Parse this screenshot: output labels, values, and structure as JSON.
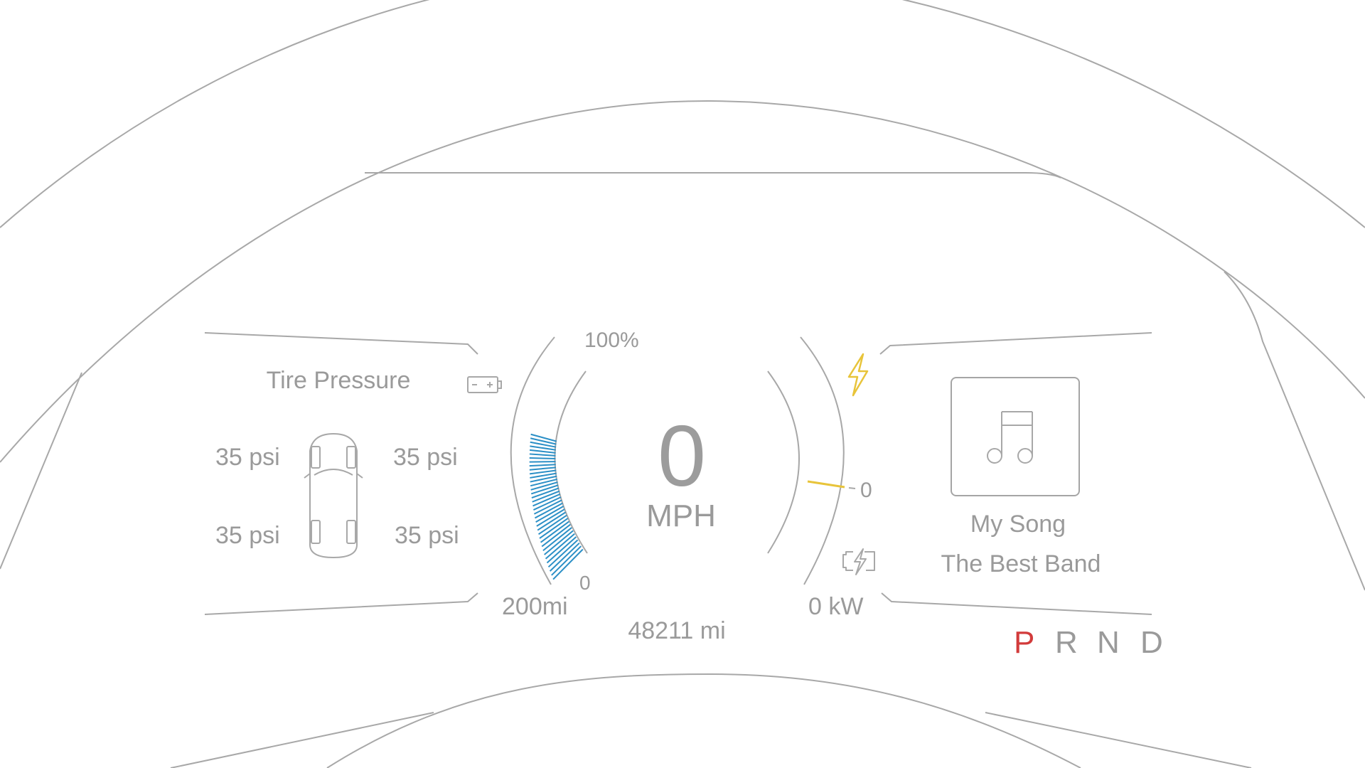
{
  "colors": {
    "line": "#a8a8a8",
    "text": "#9a9a9a",
    "accent_blue": "#2b8fc6",
    "accent_yellow": "#e8c43a",
    "gear_active": "#d23b3b"
  },
  "tire_pressure": {
    "title": "Tire Pressure",
    "front_left": "35 psi",
    "front_right": "35 psi",
    "rear_left": "35 psi",
    "rear_right": "35 psi"
  },
  "battery_gauge": {
    "max_label": "100%",
    "min_label": "0",
    "range": "200mi",
    "charge_level": 0.62,
    "icon": "battery-icon"
  },
  "speedometer": {
    "value": "0",
    "unit": "MPH"
  },
  "odometer": "48211 mi",
  "power_gauge": {
    "zero_label": "0",
    "value": "0 kW",
    "top_icon": "lightning-icon",
    "bottom_icon": "regen-battery-icon"
  },
  "media": {
    "art_icon": "music-note-icon",
    "song": "My Song",
    "artist": "The Best Band"
  },
  "gears": {
    "p": "P",
    "r": "R",
    "n": "N",
    "d": "D",
    "active": "P"
  }
}
